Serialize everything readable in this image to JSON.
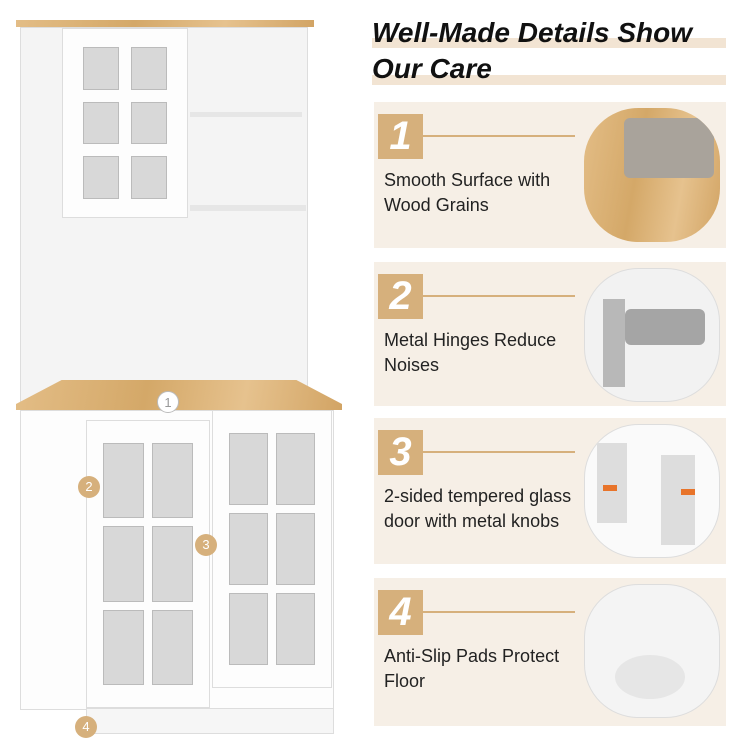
{
  "heading": {
    "line1": "Well-Made Details Show",
    "line2": "Our Care"
  },
  "features": [
    {
      "number": "1",
      "text": "Smooth Surface with Wood Grains"
    },
    {
      "number": "2",
      "text": "Metal Hinges Reduce Noises"
    },
    {
      "number": "3",
      "text": "2-sided tempered glass door with metal knobs"
    },
    {
      "number": "4",
      "text": "Anti-Slip Pads Protect Floor"
    }
  ],
  "markers": [
    "1",
    "2",
    "3",
    "4"
  ],
  "colors": {
    "accent": "#d6b07c",
    "panel": "#f6efe6",
    "wood": "#d4a868"
  }
}
